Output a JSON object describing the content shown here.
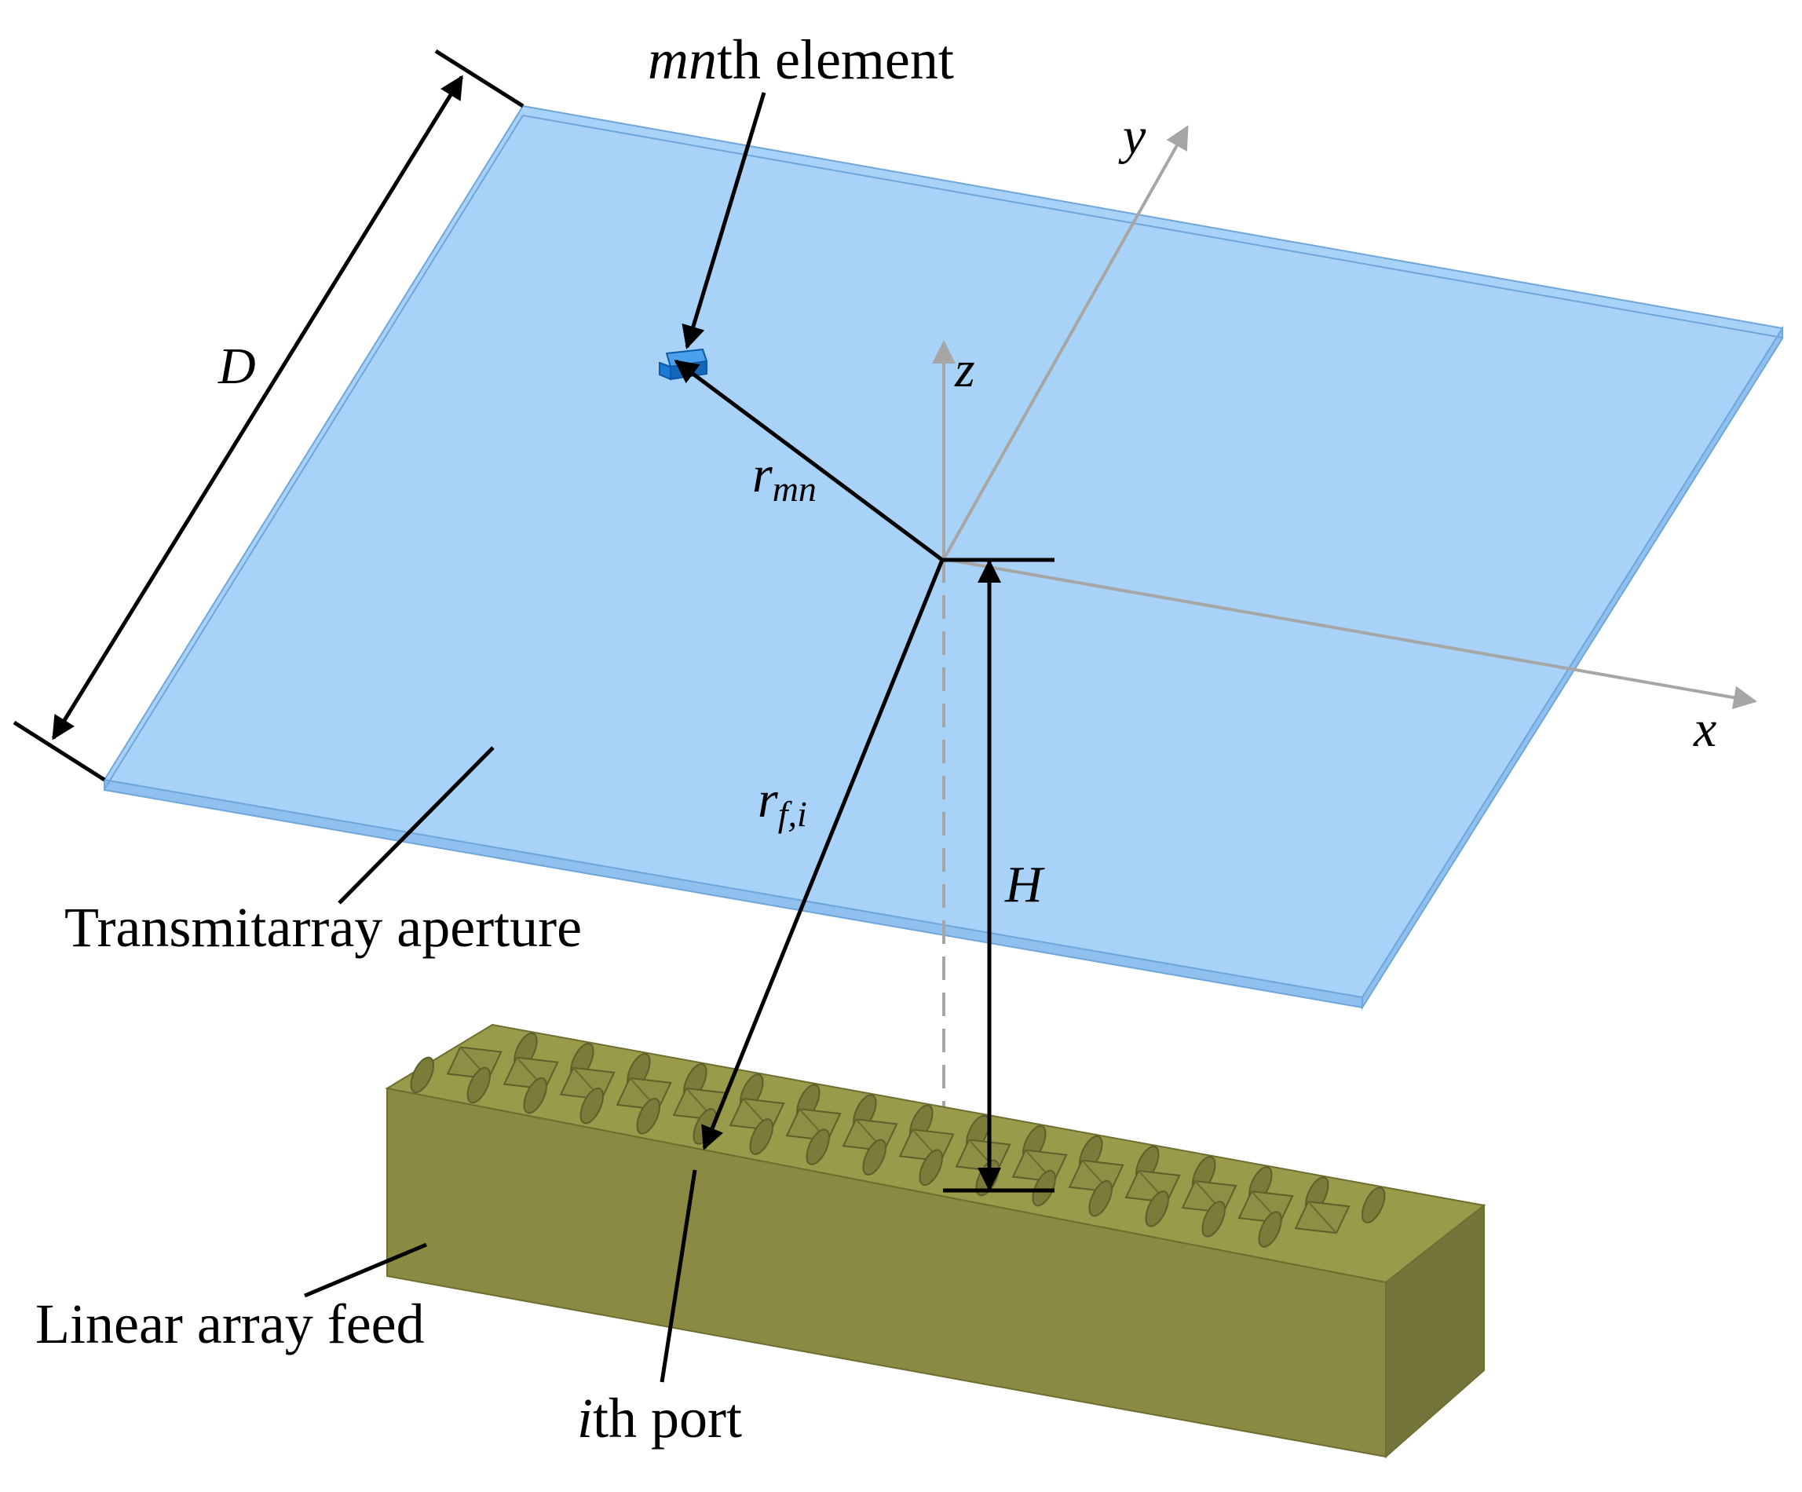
{
  "labels": {
    "element_italic": "mn",
    "element_rest": "th element",
    "dimension_d": "D",
    "r_mn_main": "r",
    "r_mn_sub": "mn",
    "axis_x": "x",
    "axis_y": "y",
    "axis_z": "z",
    "height_h": "H",
    "r_fi_main": "r",
    "r_fi_sub": "f,i",
    "aperture": "Transmitarray aperture",
    "feed": "Linear array feed",
    "port_italic": "i",
    "port_rest": "th port"
  },
  "colors": {
    "aperture_fill": "#a8d2f8",
    "aperture_edge": "#6fa6dc",
    "element_fill": "#1a7ad4",
    "feed_top": "#999a4a",
    "feed_front": "#8a8a42",
    "feed_side": "#6f7035",
    "axis_gray": "#a6a6a6",
    "line_black": "#000000"
  }
}
